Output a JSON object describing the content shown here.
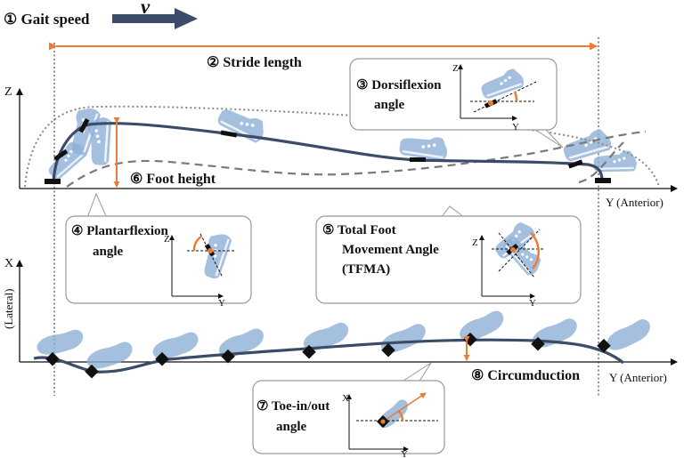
{
  "velocity_symbol": "v",
  "colors": {
    "curve": "#3c4c68",
    "foot": "#8fb0d6",
    "accent": "#ed7d31",
    "dotted": "#888888",
    "dashed": "#7a7a7a"
  },
  "labels": {
    "gait_speed": "① Gait speed",
    "stride_length": "② Stride length",
    "dorsiflexion": [
      "③ Dorsiflexion",
      "angle"
    ],
    "plantarflexion": [
      "④ Plantarflexion",
      "angle"
    ],
    "tfma": [
      "⑤ Total Foot",
      "Movement Angle",
      "(TFMA)"
    ],
    "foot_height": "⑥ Foot height",
    "toe_in_out": [
      "⑦ Toe-in/out",
      "angle"
    ],
    "circumduction": "⑧ Circumduction"
  },
  "axes": {
    "sagittal_z": "Z",
    "sagittal_y": "Y (Anterior)",
    "top_x": "X",
    "lateral": "(Lateral)",
    "top_y": "Y (Anterior)",
    "inset_z": "Z",
    "inset_y": "Y",
    "inset_x": "X"
  }
}
